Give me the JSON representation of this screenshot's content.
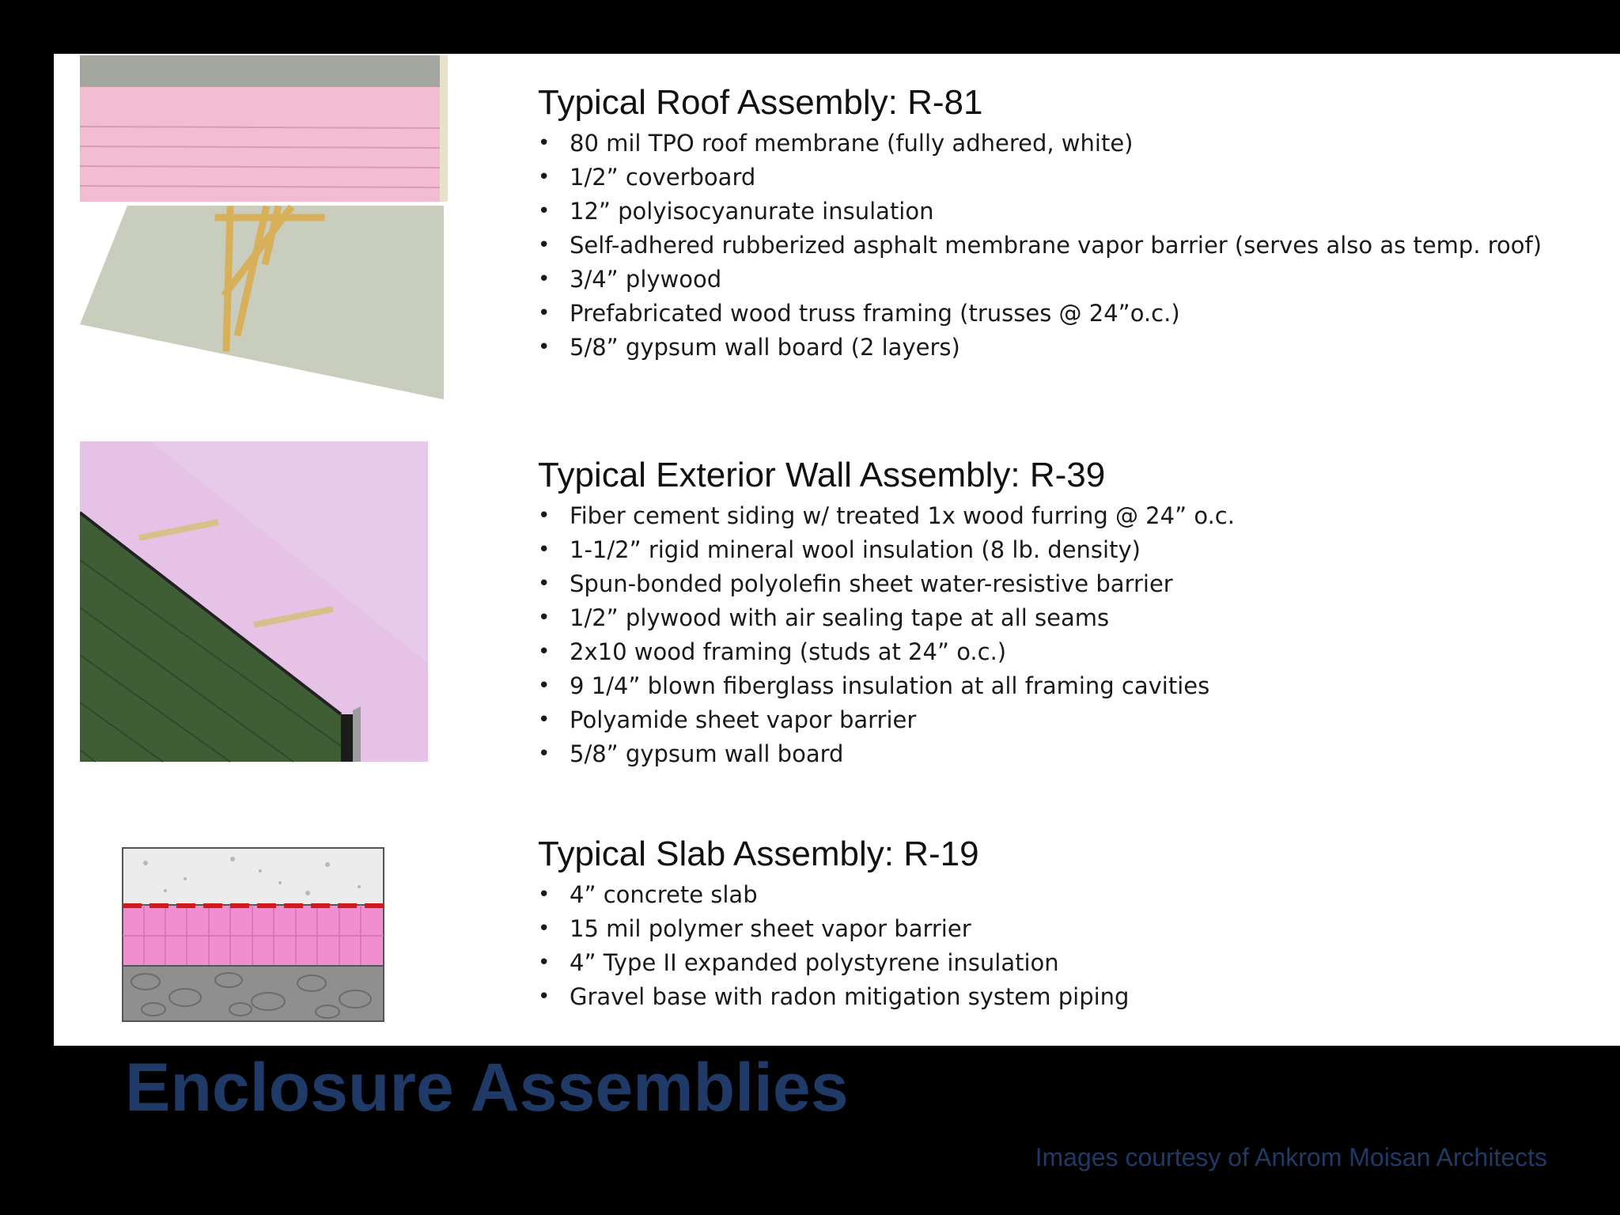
{
  "title": "Enclosure Assemblies",
  "credit": "Images courtesy of Ankrom Moisan Architects",
  "colors": {
    "title": "#1f3a66",
    "credit": "#1f3a66",
    "background": "#000000",
    "panel": "#ffffff"
  },
  "roof": {
    "heading": "Typical Roof Assembly: R-81",
    "items": [
      "80 mil TPO roof membrane (fully adhered, white)",
      "1/2” coverboard",
      "12” polyisocyanurate insulation",
      "Self-adhered rubberized asphalt membrane vapor barrier (serves also as temp. roof)",
      "3/4” plywood",
      "Prefabricated wood truss framing (trusses @ 24”o.c.)",
      "5/8” gypsum wall board (2 layers)"
    ]
  },
  "wall": {
    "heading": "Typical Exterior Wall Assembly: R-39",
    "items": [
      "Fiber cement siding w/ treated 1x wood furring @ 24” o.c.",
      "1-1/2” rigid mineral wool insulation (8 lb. density)",
      "Spun-bonded polyolefin sheet water-resistive barrier",
      "1/2” plywood with air sealing tape at all seams",
      "2x10 wood framing (studs at 24” o.c.)",
      "9 1/4” blown fiberglass insulation at all framing cavities",
      "Polyamide sheet vapor barrier",
      "5/8” gypsum wall board"
    ]
  },
  "slab": {
    "heading": "Typical Slab Assembly: R-19",
    "items": [
      "4” concrete slab",
      "15 mil polymer sheet vapor barrier",
      "4” Type II expanded polystyrene insulation",
      "Gravel base with radon mitigation system piping"
    ]
  }
}
